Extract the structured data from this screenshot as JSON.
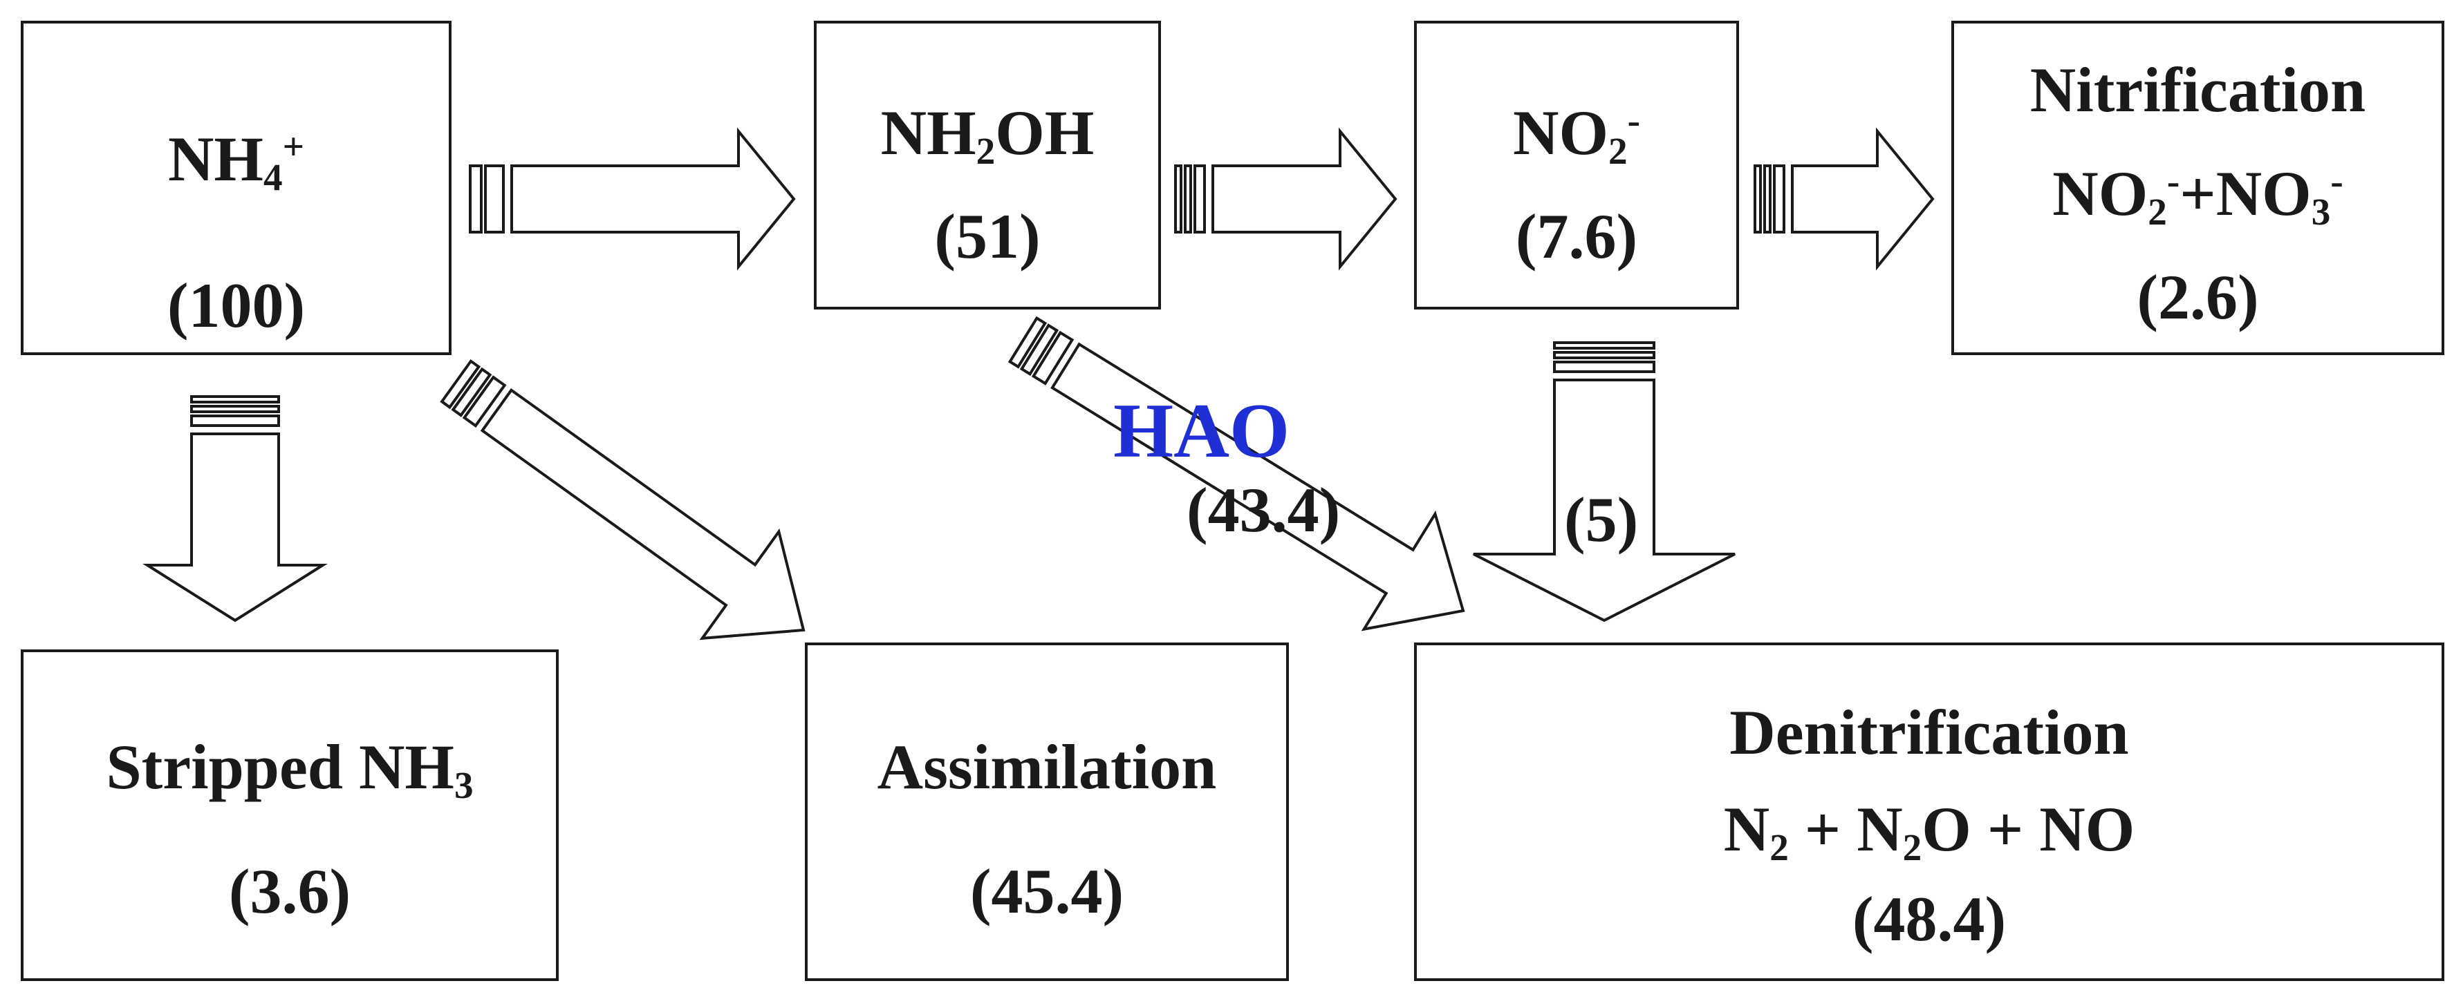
{
  "nodes": {
    "nh4": {
      "formula": "NH",
      "sub": "4",
      "sup": "+",
      "value": "(100)"
    },
    "nh2oh": {
      "formula_a": "NH",
      "sub": "2",
      "formula_b": "OH",
      "value": "(51)"
    },
    "no2": {
      "formula": "NO",
      "sub": "2",
      "sup": "-",
      "value": "(7.6)"
    },
    "nitrification": {
      "title": "Nitrification",
      "f1": "NO",
      "f1_sub": "2",
      "f1_sup": "-",
      "plus": "+",
      "f2": "NO",
      "f2_sub": "3",
      "f2_sup": "-",
      "value": "(2.6)"
    },
    "stripped": {
      "label": "Stripped NH",
      "sub": "3",
      "value": "(3.6)"
    },
    "assimilation": {
      "label": "Assimilation",
      "value": "(45.4)"
    },
    "denitrification": {
      "title": "Denitrification",
      "n2": "N",
      "n2_sub": "2",
      "plus1": " + ",
      "n2o_a": "N",
      "n2o_sub": "2",
      "n2o_b": "O",
      "plus2": " + ",
      "no": "NO",
      "value": "(48.4)"
    }
  },
  "arrow_labels": {
    "hao": "HAO",
    "hao_value": "(43.4)",
    "no2_down_value": "(5)"
  },
  "colors": {
    "line": "#1a1a1a",
    "hao": "#1f2fd6"
  }
}
